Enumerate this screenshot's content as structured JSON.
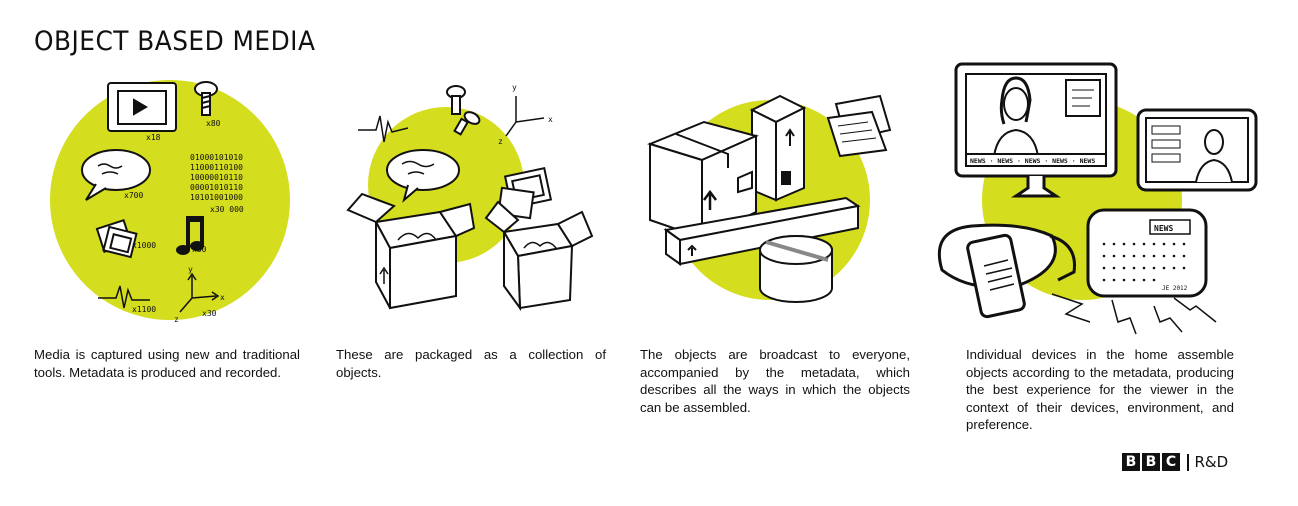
{
  "title": "OBJECT BASED MEDIA",
  "accent_color": "#d4dd1e",
  "panels": [
    {
      "caption": "Media is captured using new and traditional tools. Metadata is produced and recorded.",
      "labels": {
        "video": "x18",
        "screw": "x80",
        "speech": "x700",
        "binary": "x30 000",
        "photos": "x1000",
        "note": "x50",
        "wave": "x1100",
        "axes": "x30"
      },
      "axes": {
        "y": "y",
        "x": "x",
        "z": "z"
      },
      "binary_rows": [
        "01000101010",
        "11000110100",
        "10000010110",
        "00001010110",
        "10101001000"
      ]
    },
    {
      "caption": "These are packaged as a collection of objects.",
      "axes": {
        "y": "y",
        "x": "x",
        "z": "z"
      }
    },
    {
      "caption": "The objects are broadcast to everyone, accompanied by the metadata, which describes all the ways in which the objects can be assembled."
    },
    {
      "caption": "Individual devices in the home assemble objects according to the metadata, producing the best experience for the viewer in the context of their devices, environment, and preference.",
      "ticker": "NEWS · NEWS · NEWS · NEWS · NEWS",
      "device_label": "NEWS",
      "signature": "JE 2012"
    }
  ],
  "logo": {
    "letters": [
      "B",
      "B",
      "C"
    ],
    "suffix": "R&D"
  }
}
